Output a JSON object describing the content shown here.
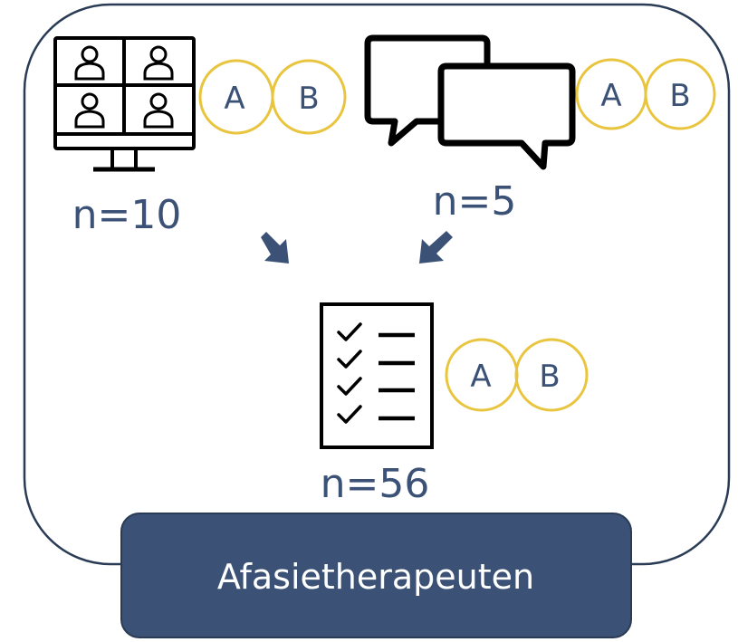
{
  "method_video": {
    "icon": "video-call-grid-icon",
    "count_label": "n=10",
    "venn": {
      "left": "A",
      "right": "B"
    }
  },
  "method_chat": {
    "icon": "speech-bubbles-icon",
    "count_label": "n=5",
    "venn": {
      "left": "A",
      "right": "B"
    }
  },
  "method_survey": {
    "icon": "checklist-icon",
    "count_label": "n=56",
    "venn": {
      "left": "A",
      "right": "B"
    }
  },
  "footer": {
    "label": "Afasietherapeuten"
  },
  "colors": {
    "frame": "#2a3b55",
    "accent": "#e9c53f",
    "text": "#3b5276",
    "footer_bg": "#3b5276",
    "arrow": "#3b5276"
  }
}
